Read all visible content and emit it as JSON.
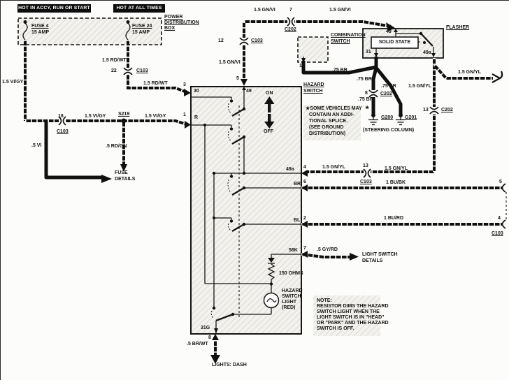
{
  "header": {
    "hot_accy": "HOT IN ACCY, RUN OR START",
    "hot_all_times": "HOT AT ALL TIMES",
    "power_box_1": "POWER",
    "power_box_2": "DISTRIBUTION",
    "power_box_3": "BOX",
    "fuse4_name": "FUSE 4",
    "fuse4_amp": "15 AMP",
    "fuse24_name": "FUSE 24",
    "fuse24_amp": "15 AMP"
  },
  "wires": {
    "vigy_left": "1.5 VI/GY",
    "rdwt_upper": "1.5 RD/WT",
    "rdwt_lower": "1.5 RD/WT",
    "vigy_mid1": "1.5 VI/GY",
    "vigy_mid2": "1.5 VI/GY",
    "vi_small": ".5 VI",
    "rdgn_small": ".5 RD/GN",
    "gnvi_1": "1.5 GN/VI",
    "gnvi_2": "1.5 GN/VI",
    "gnvi_3": "1.5 GN/VI",
    "br_comb": ".75 BR",
    "br_left": ".75 BR",
    "br_right": ".75 BR",
    "br_below": ".75 BR",
    "gnyl_right": "1.5 GN/YL",
    "gnyl_vert": "1.5 GN/YL",
    "gnyl_row1a": "1.5 GN/YL",
    "gnyl_row1b": "1.5 GN/YL",
    "bubk": "1 BU/BK",
    "burd": "1 BU/RD",
    "gyrd": ".5 GY/RD",
    "brwt": ".5 BR/WT"
  },
  "connectors": {
    "c103_22_pin": "22",
    "c103_22": "C103",
    "c103_18_pin": "18",
    "c103_18": "C103",
    "s219": "S219",
    "c202_7_pin": "7",
    "c202_7": "C202",
    "c103_12_pin": "12",
    "c103_12": "C103",
    "c202_8_pin": "8",
    "c202_8": "C202",
    "c202_13_pin": "13",
    "c202_13": "C202",
    "c103_13_pin": "13",
    "c103_13": "C103",
    "c103_right": "C103",
    "right_pin5": "5",
    "right_pin4": "4"
  },
  "grounds": {
    "g200": "G200",
    "g201": "G201",
    "location": "(STEERING COLUMN)"
  },
  "flasher": {
    "title": "FLASHER",
    "solid_state": "SOLID STATE",
    "t49": "49",
    "t31": "31",
    "t49a": "49a"
  },
  "combination_switch": {
    "title1": "COMBINATION",
    "title2": "SWITCH",
    "pin10": "10"
  },
  "hazard": {
    "title1": "HAZARD",
    "title2": "SWITCH",
    "on": "ON",
    "off": "OFF",
    "pin3": "3",
    "t30": "30",
    "pin1": "1",
    "tr": "R",
    "pin5": "5",
    "t49": "49",
    "pin4": "4",
    "t49a": "49a",
    "pin6": "6",
    "tbr": "BR",
    "pin2": "2",
    "tbl": "BL",
    "pin7": "7",
    "t58k": "58K",
    "t31g": "31G",
    "pin8": "8",
    "resistor": "150 OHMS",
    "lamp1": "HAZARD",
    "lamp2": "SWITCH",
    "lamp3": "LIGHT",
    "lamp4": "(RED)"
  },
  "notes": {
    "star": "★",
    "splice": [
      "★SOME VEHICLES MAY",
      "CONTAIN AN ADDI-",
      "TIONAL SPLICE.",
      "(SEE GROUND",
      "DISTRIBUTION)"
    ],
    "resistor": [
      "NOTE:",
      "RESISTOR DIMS THE HAZARD",
      "SWITCH LIGHT WHEN THE",
      "LIGHT SWITCH IS IN \"HEAD\"",
      "OR \"PARK\" AND THE HAZARD",
      "SWITCH IS OFF."
    ]
  },
  "destinations": {
    "fuse_details_1": "FUSE",
    "fuse_details_2": "DETAILS",
    "light_switch_1": "LIGHT SWITCH",
    "light_switch_2": "DETAILS",
    "lights_dash": "LIGHTS: DASH"
  }
}
